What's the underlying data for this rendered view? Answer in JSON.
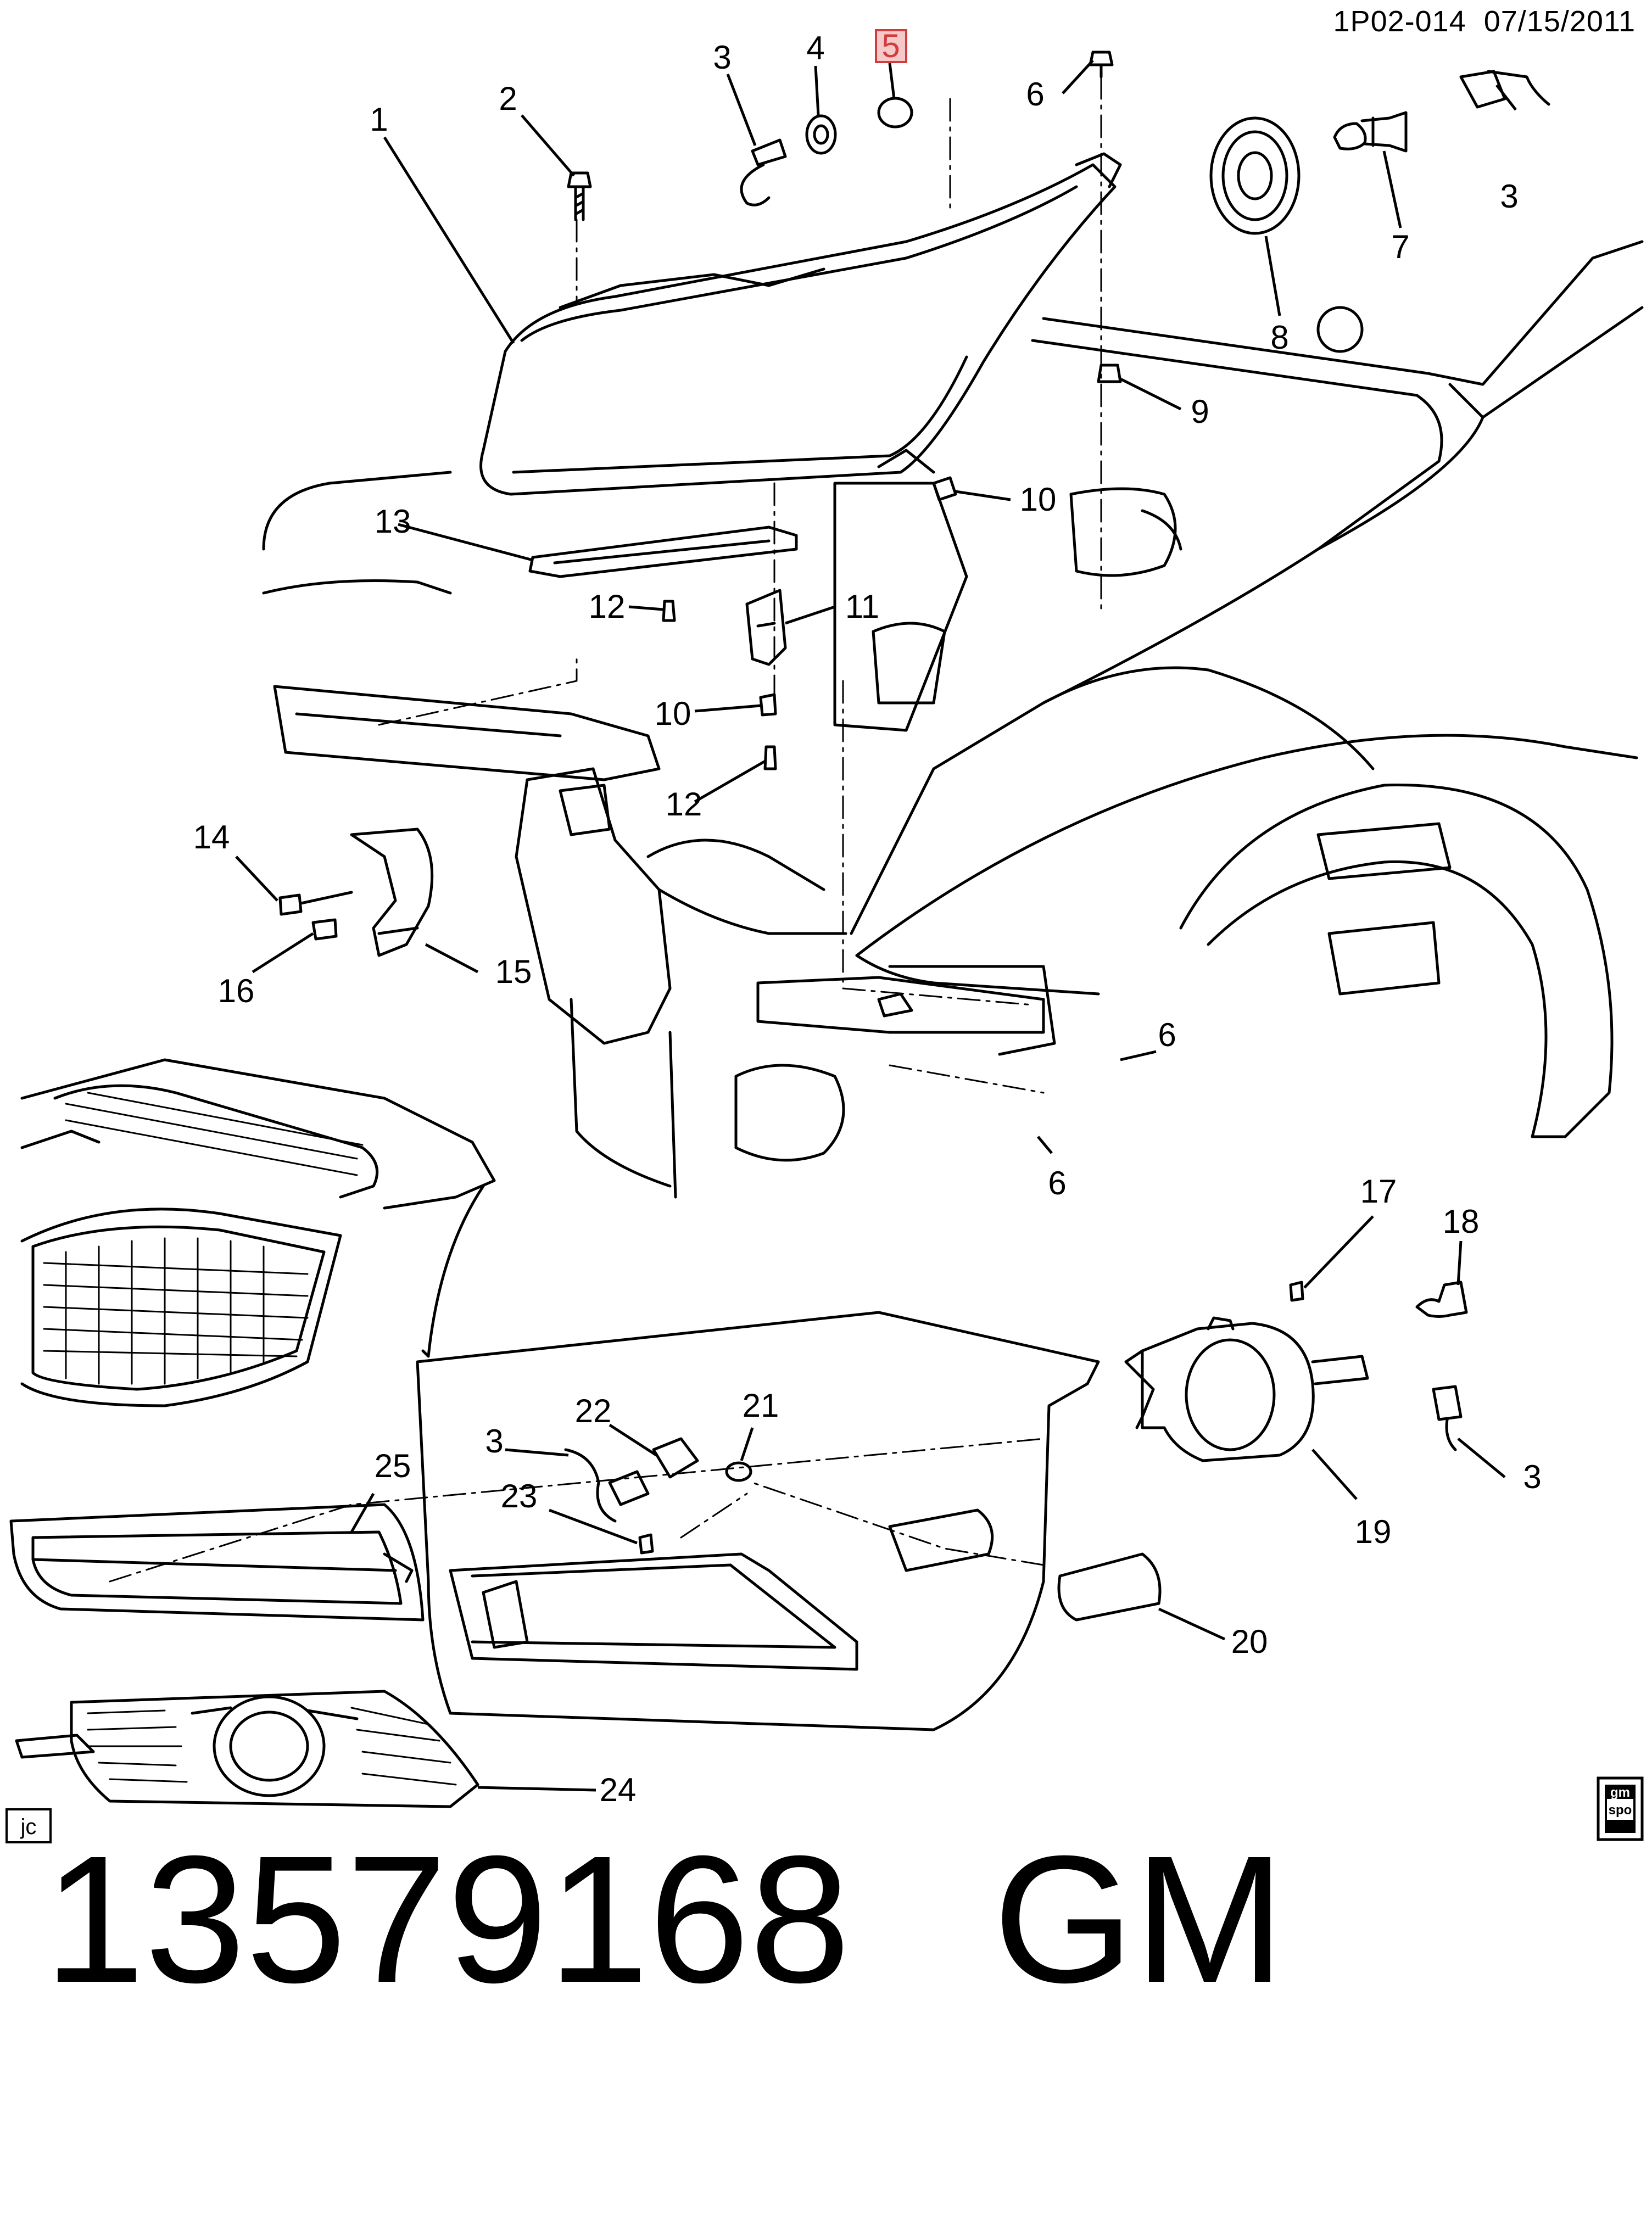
{
  "header": {
    "code": "1P02-014",
    "date": "07/15/2011"
  },
  "callouts": [
    {
      "id": "c1",
      "label": "1"
    },
    {
      "id": "c2",
      "label": "2"
    },
    {
      "id": "c3a",
      "label": "3"
    },
    {
      "id": "c4",
      "label": "4"
    },
    {
      "id": "c5",
      "label": "5",
      "highlighted": true
    },
    {
      "id": "c6a",
      "label": "6"
    },
    {
      "id": "c3b",
      "label": "3"
    },
    {
      "id": "c7",
      "label": "7"
    },
    {
      "id": "c8",
      "label": "8"
    },
    {
      "id": "c9",
      "label": "9"
    },
    {
      "id": "c10a",
      "label": "10"
    },
    {
      "id": "c13",
      "label": "13"
    },
    {
      "id": "c11",
      "label": "11"
    },
    {
      "id": "c12a",
      "label": "12"
    },
    {
      "id": "c10b",
      "label": "10"
    },
    {
      "id": "c12b",
      "label": "12"
    },
    {
      "id": "c14",
      "label": "14"
    },
    {
      "id": "c15",
      "label": "15"
    },
    {
      "id": "c16",
      "label": "16"
    },
    {
      "id": "c6b",
      "label": "6"
    },
    {
      "id": "c6c",
      "label": "6"
    },
    {
      "id": "c17",
      "label": "17"
    },
    {
      "id": "c18",
      "label": "18"
    },
    {
      "id": "c3c",
      "label": "3"
    },
    {
      "id": "c19",
      "label": "19"
    },
    {
      "id": "c22",
      "label": "22"
    },
    {
      "id": "c21",
      "label": "21"
    },
    {
      "id": "c3d",
      "label": "3"
    },
    {
      "id": "c23",
      "label": "23"
    },
    {
      "id": "c25",
      "label": "25"
    },
    {
      "id": "c20",
      "label": "20"
    },
    {
      "id": "c24",
      "label": "24"
    }
  ],
  "corner_tag": "jc",
  "logo_text": [
    "gm",
    "spo"
  ],
  "footer": {
    "part_number": "13579168",
    "brand": "GM"
  },
  "colors": {
    "ink": "#000000",
    "highlight": "#d23c3c",
    "highlight_fill": "#f3c9c9"
  }
}
